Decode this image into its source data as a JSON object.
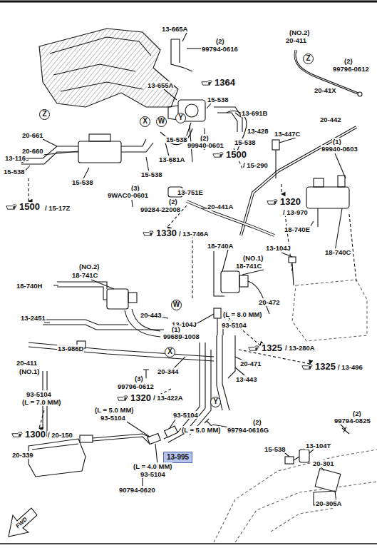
{
  "diagram": {
    "nodes": [
      {
        "text": [
          "Z"
        ]
      },
      {
        "text": [
          "Z"
        ]
      },
      {
        "text": [
          "X"
        ]
      },
      {
        "text": [
          "W"
        ]
      },
      {
        "text": [
          "Y"
        ]
      },
      {
        "text": [
          "W"
        ]
      },
      {
        "text": [
          "X"
        ]
      },
      {
        "text": [
          "Y"
        ]
      },
      {
        "text": [
          "13-995"
        ]
      }
    ],
    "labels": [
      "13-665A",
      "(2)",
      "99794-0616",
      "13-655A",
      "1364",
      "15-538",
      "13-691B",
      "(2)",
      "99940-0601",
      "13-428",
      "15-538",
      "(NO.2)",
      "20-411",
      "(2)",
      "99796-0612",
      "20-41X",
      "20-661",
      "20-660",
      "13-116",
      "15-538",
      "13-681A",
      "15-538",
      "15-538",
      "15-538",
      "(3)",
      "9WAC0-0601",
      "1500",
      "/ 15-290",
      "20-442",
      "13-447C",
      "(1)",
      "99940-0603",
      "13-751E",
      "(2)",
      "99284-22008",
      "20-441A",
      "1500",
      "/ 15-17Z",
      "1320",
      "/ 13-970",
      "1330",
      "/ 13-746A",
      "18-740E",
      "18-740C",
      "18-740A",
      "(NO.1)",
      "18-741C",
      "13-104J",
      "(NO.2)",
      "18-741C",
      "18-740H",
      "20-472",
      "13-104J",
      "(L = 8.0 MM)",
      "13-2451",
      "20-443",
      "(1)",
      "99689-1008",
      "93-5104",
      "13-986D",
      "1325",
      "/ 13-280A",
      "20-411",
      "(NO.1)",
      "20-471",
      "20-344",
      "13-443",
      "1325",
      "/ 13-496",
      "(3)",
      "99796-0612",
      "93-5104",
      "(L = 7.0 MM)",
      "1320",
      "/ 13-422A",
      "(L = 5.0 MM)",
      "93-5104",
      "93-5104",
      "(L = 5.0 MM)",
      "(2)",
      "99794-0616G",
      "(2)",
      "99794-0825",
      "1300",
      "/ 20-150",
      "(L = 4.0 MM)",
      "93-5104",
      "13-104T",
      "15-538",
      "20-301",
      "20-339",
      "20-305A",
      "90794-0620",
      "FWD"
    ]
  }
}
